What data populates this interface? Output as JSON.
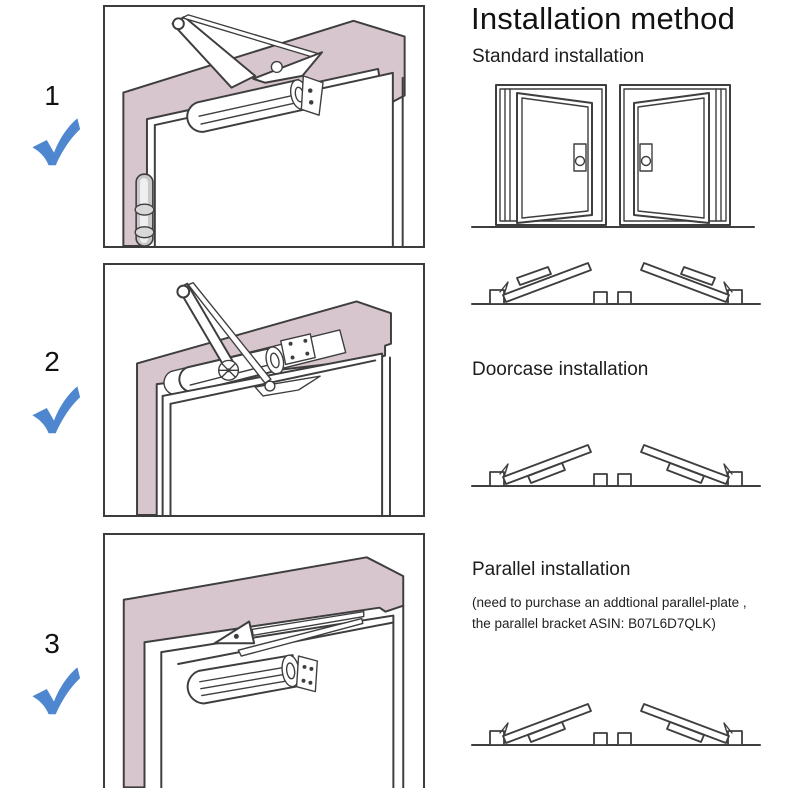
{
  "title": "Installation method",
  "sections": {
    "standard": {
      "label": "Standard installation"
    },
    "doorcase": {
      "label": "Doorcase installation"
    },
    "parallel": {
      "label": "Parallel installation",
      "note_line1": "(need to purchase an addtional parallel-plate ,",
      "note_line2": "the parallel bracket ASIN: B07L6D7QLK)"
    }
  },
  "steps": [
    {
      "number": "1",
      "icon": "check-icon",
      "drawing": "standard-installation-door-closer"
    },
    {
      "number": "2",
      "icon": "check-icon",
      "drawing": "doorcase-installation-door-closer"
    },
    {
      "number": "3",
      "icon": "check-icon",
      "drawing": "parallel-installation-door-closer"
    }
  ],
  "colors": {
    "frame_mauve": "#d8c6ce",
    "check_blue": "#4e86cf",
    "line_dark": "#3e3e3e",
    "hinge_gray": "#c9c9c9",
    "background": "#ffffff"
  }
}
